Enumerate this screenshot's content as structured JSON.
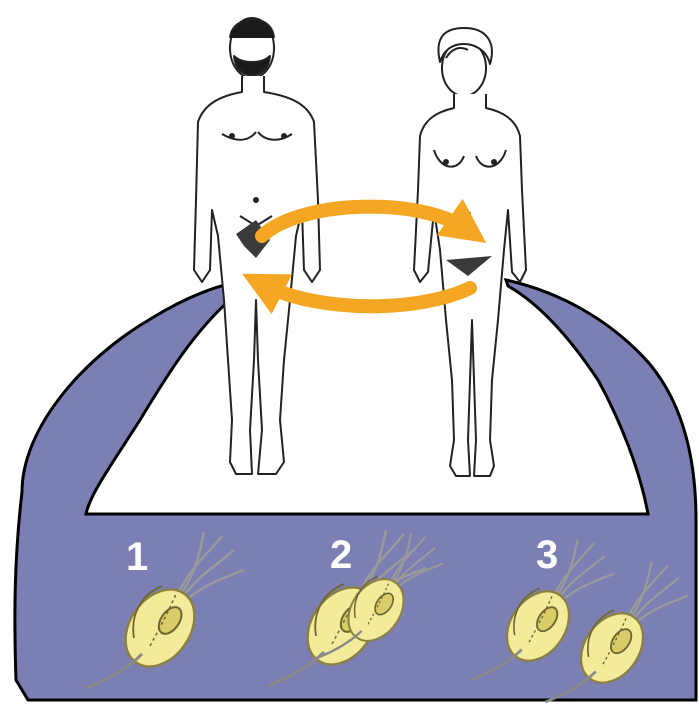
{
  "stages": [
    {
      "number": "1"
    },
    {
      "number": "2"
    },
    {
      "number": "3"
    }
  ],
  "colors": {
    "panel": "#7B7FB4",
    "outline": "#000000",
    "transmission_arrow": "#F5A623",
    "organism_body": "#F3EA9A",
    "organism_outline": "#8A8140",
    "genital_marker": "#3A3A3A",
    "background": "#FFFFFF"
  },
  "figures": [
    {
      "name": "male",
      "icon": "male-figure-icon"
    },
    {
      "name": "female",
      "icon": "female-figure-icon"
    }
  ]
}
